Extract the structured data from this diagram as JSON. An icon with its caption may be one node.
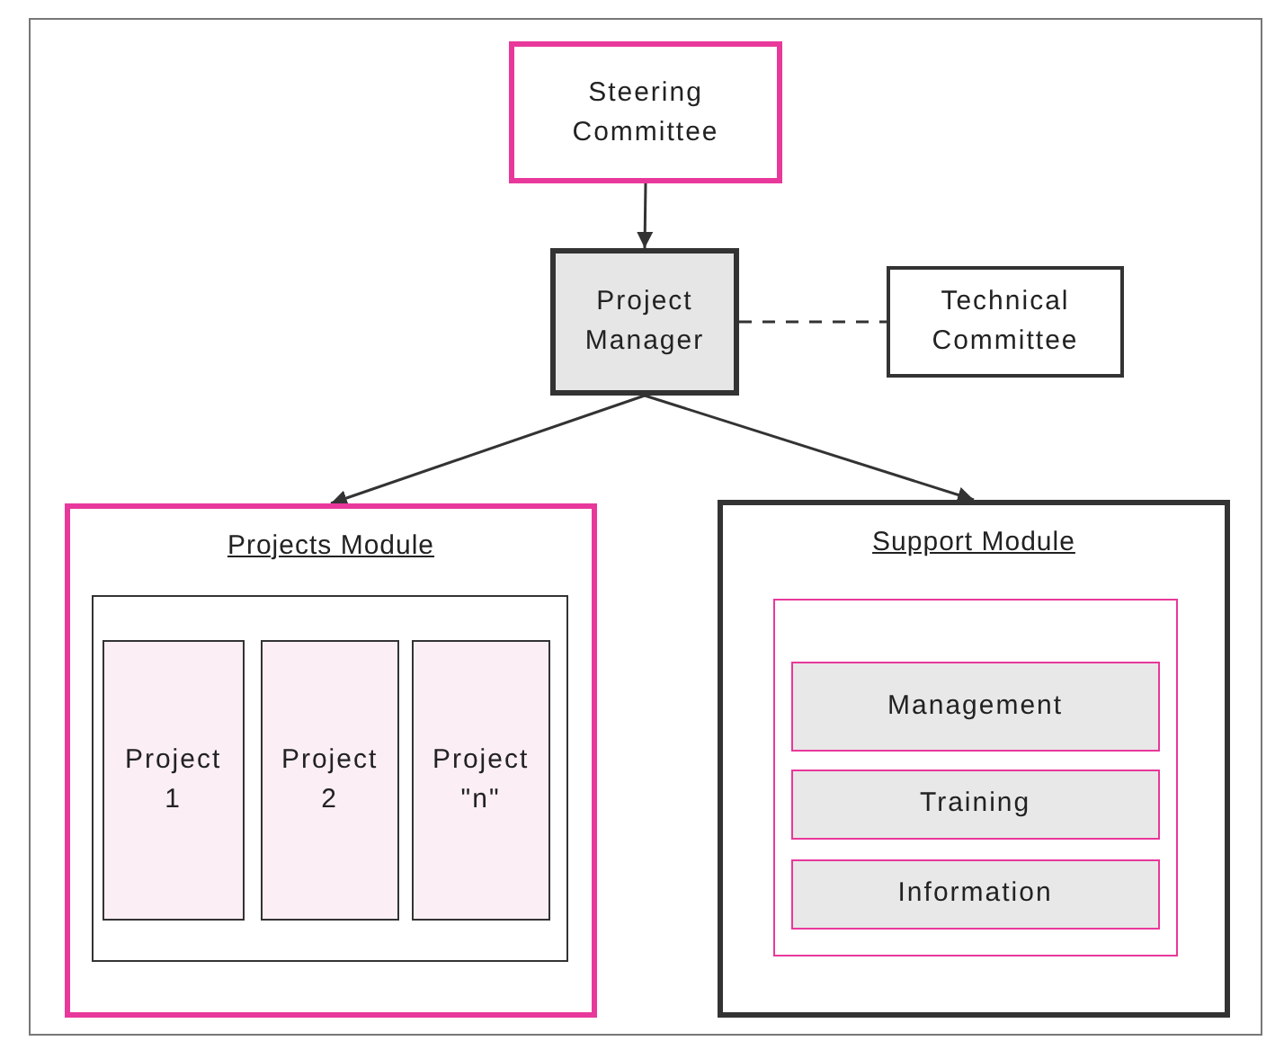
{
  "diagram": {
    "nodes": [
      {
        "text": [
          "Steering Committee"
        ]
      },
      {
        "text": [
          "Project Manager"
        ]
      },
      {
        "text": [
          "Technical Committee"
        ]
      },
      {
        "text": [
          "Projects Module"
        ]
      },
      {
        "text": [],
        "shape": "box",
        "in": 3
      },
      {
        "text": [
          "Project 1"
        ],
        "in": 4
      },
      {
        "text": [
          "Project 2"
        ],
        "in": 4
      },
      {
        "text": [
          "Project \"n\""
        ],
        "in": 4
      },
      {
        "text": [
          "Support Module"
        ]
      },
      {
        "text": [],
        "shape": "box",
        "in": 8
      },
      {
        "text": [
          "Management"
        ],
        "in": 9
      },
      {
        "text": [
          "Training"
        ],
        "in": 9
      },
      {
        "text": [
          "Information"
        ],
        "in": 9
      }
    ],
    "edges": [
      {
        "from": 0,
        "to": 1,
        "arrow": "to"
      },
      {
        "from": 1,
        "to": 2,
        "arrow": "none",
        "style": "dashed"
      },
      {
        "from": 1,
        "to": 3,
        "arrow": "to"
      },
      {
        "from": 1,
        "to": 8,
        "arrow": "to"
      }
    ]
  }
}
